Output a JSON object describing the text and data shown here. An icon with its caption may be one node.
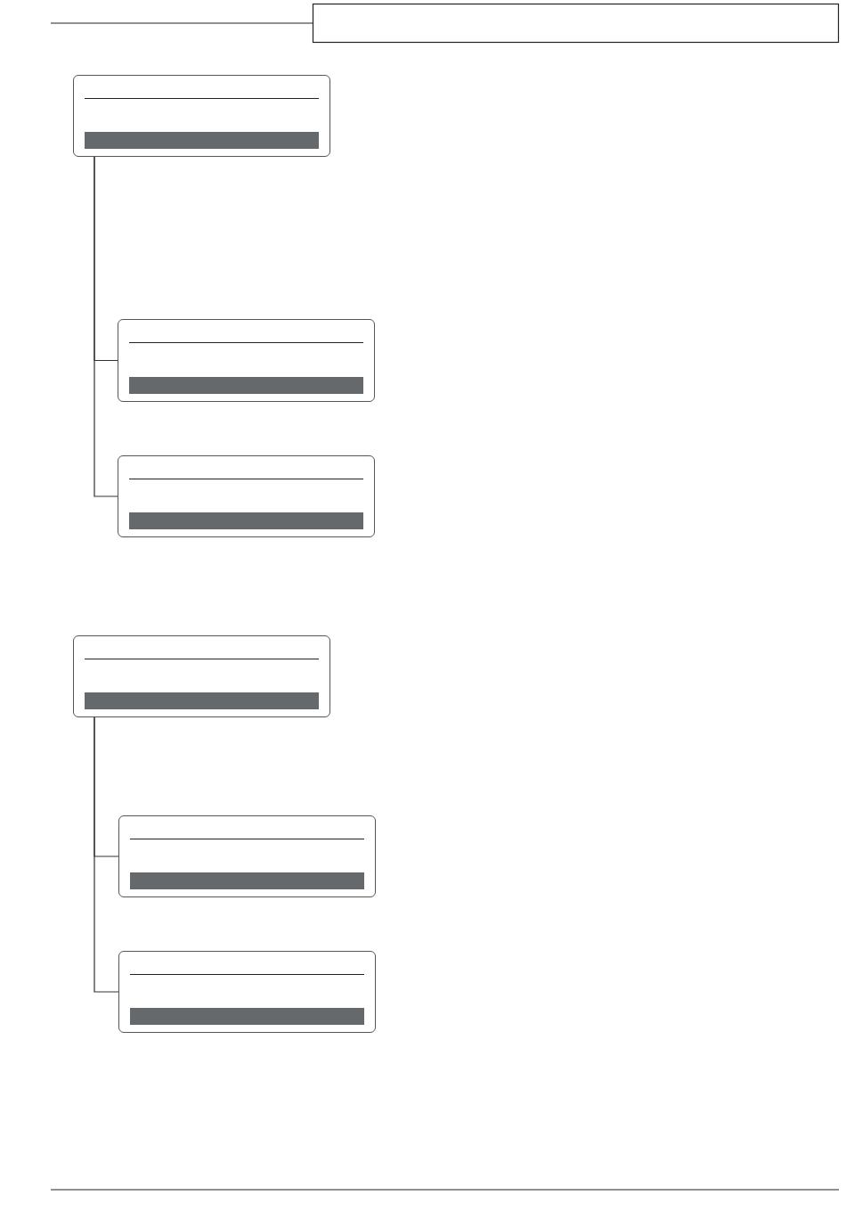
{
  "diagram": {
    "nodes": [
      {
        "text": [],
        "shape": "box"
      },
      {
        "text": [],
        "shape": "box"
      },
      {
        "text": [],
        "shape": "box"
      },
      {
        "text": [],
        "shape": "box"
      },
      {
        "text": [],
        "shape": "box"
      },
      {
        "text": [],
        "shape": "box"
      }
    ],
    "edges": [
      {
        "from": 0,
        "to": 1,
        "arrow": "none"
      },
      {
        "from": 0,
        "to": 2,
        "arrow": "none"
      },
      {
        "from": 3,
        "to": 4,
        "arrow": "none"
      },
      {
        "from": 3,
        "to": 5,
        "arrow": "none"
      }
    ]
  }
}
